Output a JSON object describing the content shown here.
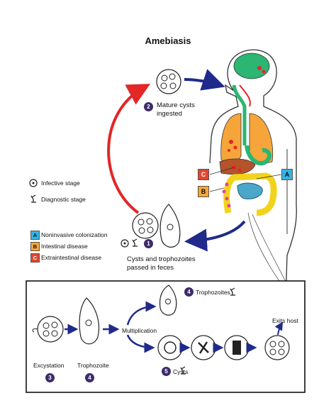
{
  "title": "Amebiasis",
  "legend": {
    "infective": "Infective stage",
    "diagnostic": "Diagnostic stage",
    "keys": [
      {
        "letter": "A",
        "text": "Noninvasive colonization",
        "color": "#35b3e3"
      },
      {
        "letter": "B",
        "text": "Intestinal disease",
        "color": "#f5a53a"
      },
      {
        "letter": "C",
        "text": "Extraintestinal disease",
        "color": "#e3452f"
      }
    ]
  },
  "steps": {
    "step1": {
      "num": "1",
      "text1": "Cysts and trophozoites",
      "text2": "passed in feces"
    },
    "step2": {
      "num": "2",
      "text1": "Mature cysts",
      "text2": "ingested"
    },
    "step3": {
      "num": "3",
      "text": "Excystation"
    },
    "step4a": {
      "num": "4",
      "text": "Trophozoite"
    },
    "step4b": {
      "num": "4",
      "text": "Trophozoites"
    },
    "step5": {
      "num": "5",
      "text": "Cysts"
    }
  },
  "inset": {
    "multiplication": "Multiplication",
    "exits_host": "Exits host"
  },
  "body_keys": {
    "a": "A",
    "b": "B",
    "c": "C"
  },
  "colors": {
    "red_arrow": "#e32626",
    "blue_arrow": "#1f2a8a",
    "key_purple": "#3d2b6b"
  }
}
